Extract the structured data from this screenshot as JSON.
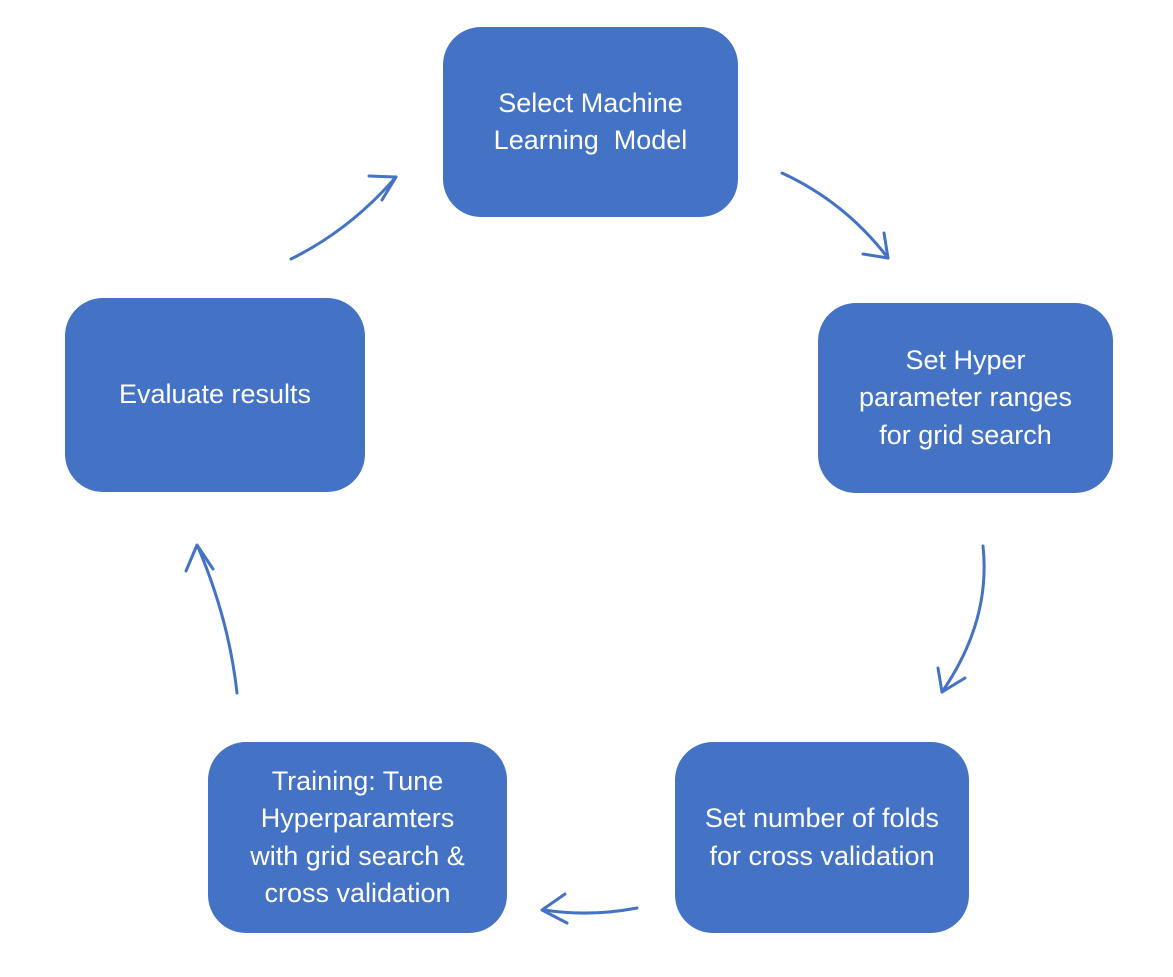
{
  "diagram": {
    "type": "cycle",
    "colors": {
      "node_fill": "#4472C4",
      "node_text": "#FFFFFF",
      "arrow": "#4472C4",
      "background": "#FFFFFF"
    },
    "nodes": [
      {
        "id": "select-model",
        "label": "Select Machine\nLearning  Model"
      },
      {
        "id": "hyper-ranges",
        "label": "Set Hyper\nparameter ranges\nfor grid search"
      },
      {
        "id": "folds",
        "label": "Set number of folds\nfor cross validation"
      },
      {
        "id": "training",
        "label": "Training: Tune\nHyperparamters\nwith grid search &\ncross validation"
      },
      {
        "id": "evaluate",
        "label": "Evaluate results"
      }
    ],
    "edges": [
      {
        "from": "select-model",
        "to": "hyper-ranges"
      },
      {
        "from": "hyper-ranges",
        "to": "folds"
      },
      {
        "from": "folds",
        "to": "training"
      },
      {
        "from": "training",
        "to": "evaluate"
      },
      {
        "from": "evaluate",
        "to": "select-model"
      }
    ]
  }
}
